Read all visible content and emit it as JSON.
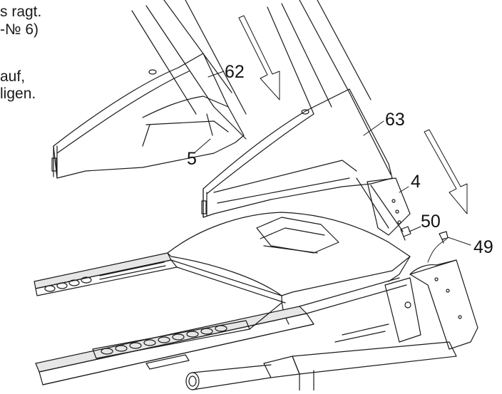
{
  "instruction_fragments": [
    "s ragt.",
    "-№ 6)",
    "auf,",
    "ligen."
  ],
  "callouts": {
    "left_cover": "62",
    "left_cover_bolt": "5",
    "right_cover": "63",
    "right_cover_bolt": "4",
    "washer": "50",
    "screw": "49"
  },
  "colors": {
    "line": "#1a1a1a",
    "background": "#ffffff",
    "rail_fill": "#e6e6e6"
  }
}
